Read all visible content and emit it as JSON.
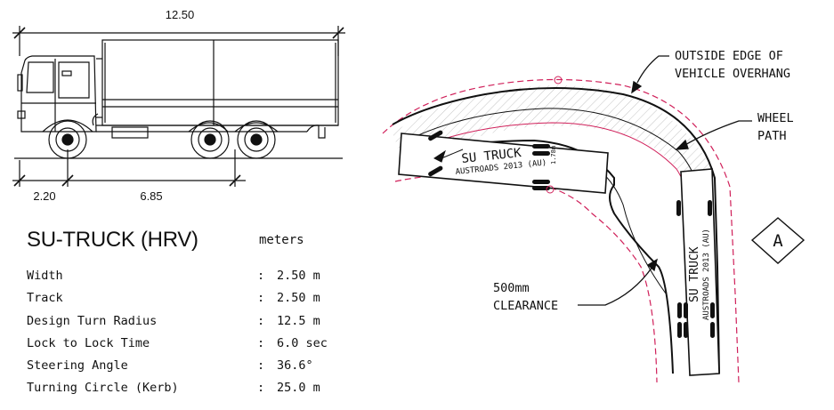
{
  "truck_elevation": {
    "overall_length": "12.50",
    "front_overhang": "2.20",
    "wheelbase": "6.85"
  },
  "spec_sheet": {
    "title": "SU-TRUCK (HRV)",
    "units": "meters",
    "rows": [
      {
        "label": "Width",
        "colon": ":",
        "value": "2.50 m"
      },
      {
        "label": "Track",
        "colon": ":",
        "value": "2.50 m"
      },
      {
        "label": "Design Turn Radius",
        "colon": ":",
        "value": "12.5 m"
      },
      {
        "label": "Lock to Lock Time",
        "colon": ":",
        "value": "6.0 sec"
      },
      {
        "label": "Steering Angle",
        "colon": ":",
        "value": "36.6°"
      },
      {
        "label": "Turning Circle (Kerb)",
        "colon": ":",
        "value": "25.0 m"
      }
    ]
  },
  "swept_path": {
    "callout_overhang_line1": "OUTSIDE EDGE OF",
    "callout_overhang_line2": "VEHICLE OVERHANG",
    "callout_wheel_line1": "WHEEL",
    "callout_wheel_line2": "PATH",
    "callout_clearance_line1": "500mm",
    "callout_clearance_line2": "CLEARANCE",
    "vehicle_label_1": "SU TRUCK",
    "vehicle_sublabel_1": "AUSTROADS 2013 (AU)",
    "vehicle_label_2": "SU TRUCK",
    "vehicle_sublabel_2": "AUSTROADS 2013 (AU)",
    "small_dim": "1.78m",
    "marker_letter": "A"
  },
  "colors": {
    "line": "#111111",
    "clearance": "#d0205a",
    "hatch": "#bdbdbd"
  }
}
